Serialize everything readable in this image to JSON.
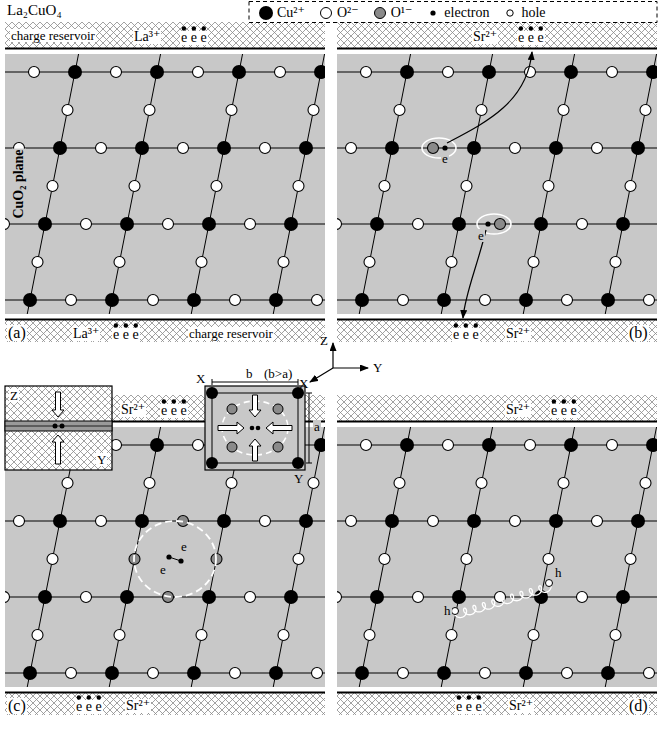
{
  "diagram": {
    "labels": [
      "La₂CuO₄",
      "charge reservoir",
      "La³⁺",
      "e e e",
      "CuO₂ plane",
      "La³⁺",
      "e e e",
      "charge reservoir",
      "(a)",
      "Sr²⁺",
      "e e e",
      "e",
      "e",
      "e e e",
      "Sr²⁺",
      "(b)",
      "Z",
      "X",
      "Y",
      "Z",
      "Y",
      "Sr²⁺",
      "e e e",
      "X",
      "b",
      "(b>a)",
      "a",
      "Y",
      "e",
      "e",
      "(c)",
      "e e e",
      "Sr²⁺",
      "Sr²⁺",
      "e e e",
      "h",
      "h",
      "e e e",
      "Sr²⁺",
      "(d)"
    ],
    "legend": [
      {
        "text": "Cu²⁺"
      },
      {
        "text": "O²⁻"
      },
      {
        "text": "O¹⁻"
      },
      {
        "text": "electron"
      },
      {
        "text": "hole"
      }
    ]
  }
}
